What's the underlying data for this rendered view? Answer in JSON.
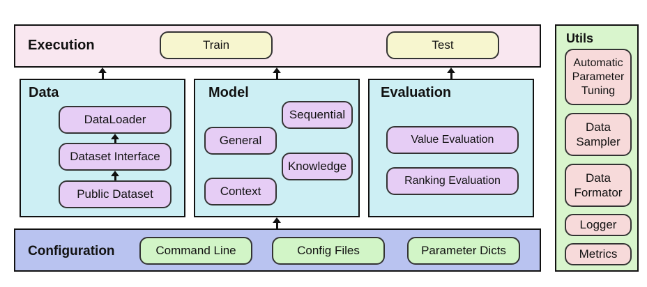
{
  "execution": {
    "title": "Execution",
    "train": "Train",
    "test": "Test"
  },
  "data": {
    "title": "Data",
    "dataloader": "DataLoader",
    "dataset_interface": "Dataset Interface",
    "public_dataset": "Public Dataset"
  },
  "model": {
    "title": "Model",
    "general": "General",
    "sequential": "Sequential",
    "knowledge": "Knowledge",
    "context": "Context"
  },
  "evaluation": {
    "title": "Evaluation",
    "value": "Value Evaluation",
    "ranking": "Ranking Evaluation"
  },
  "configuration": {
    "title": "Configuration",
    "command_line": "Command Line",
    "config_files": "Config Files",
    "parameter_dicts": "Parameter Dicts"
  },
  "utils": {
    "title": "Utils",
    "automatic_parameter_tuning": "Automatic\nParameter\nTuning",
    "data_sampler": "Data\nSampler",
    "data_formator": "Data\nFormator",
    "logger": "Logger",
    "metrics": "Metrics"
  },
  "colors": {
    "execution_bg": "#f9e7f0",
    "module_bg": "#cdeff4",
    "configuration_bg": "#b9c3f0",
    "utils_bg": "#d9f5cd"
  }
}
